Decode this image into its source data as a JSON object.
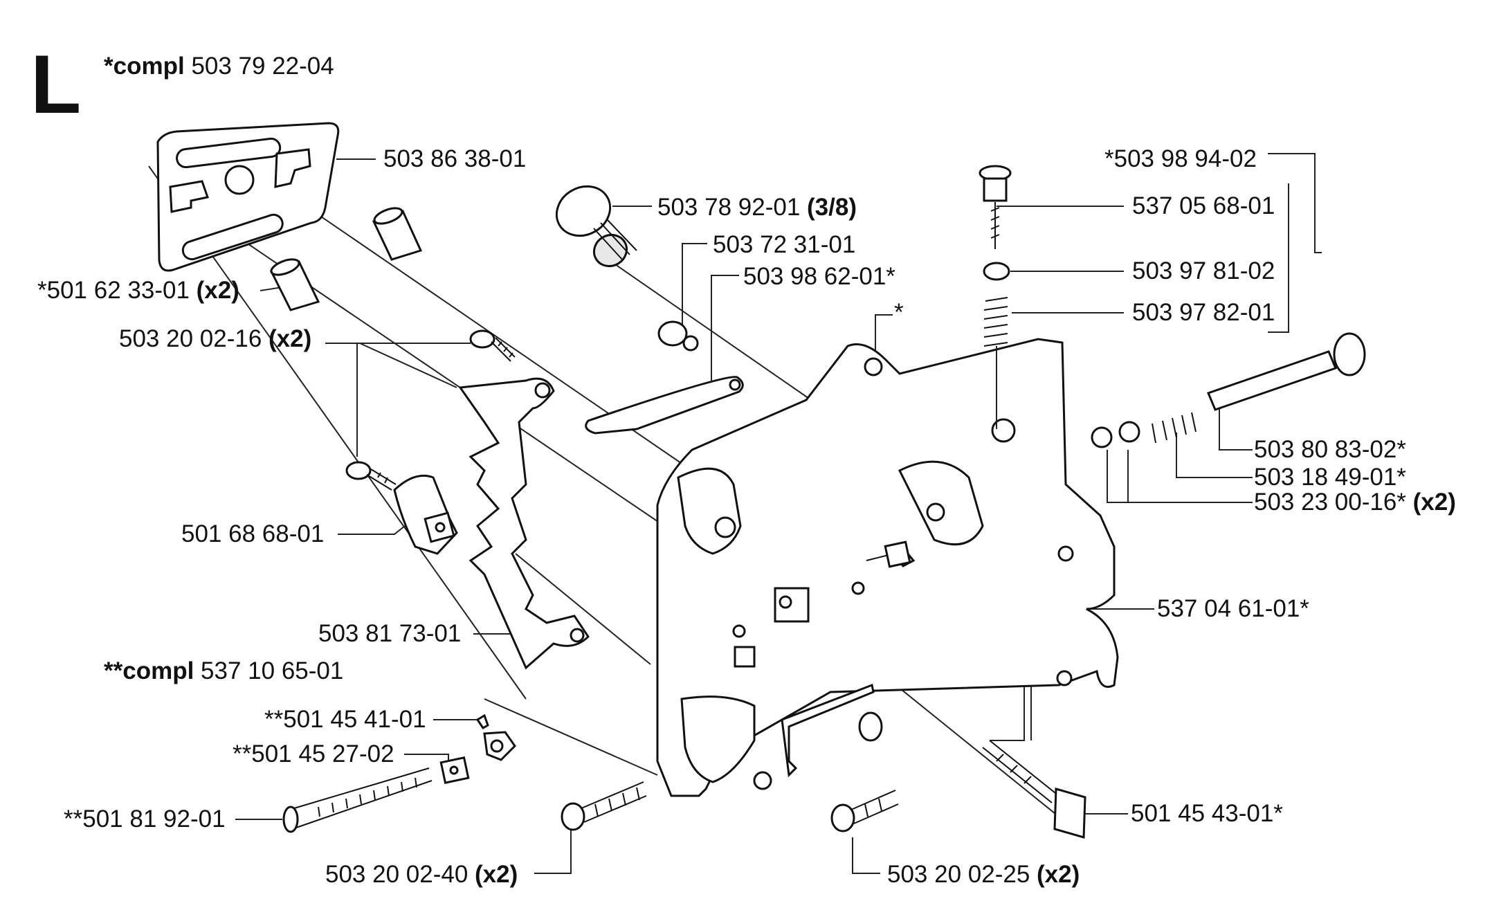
{
  "section_letter": "L",
  "header": {
    "compl_prefix": "*compl",
    "compl_number": "503 79 22-04",
    "subcompl_prefix": "**compl",
    "subcompl_number": "537 10 65-01"
  },
  "callouts": {
    "guide_plate": "503 86 38-01",
    "sleeve": {
      "number": "*501 62 33-01",
      "qty": "(x2)"
    },
    "screw_top": {
      "number": "503 20 02-16",
      "qty": "(x2)"
    },
    "clamp": "501 68 68-01",
    "cover_plate": "503 81 73-01",
    "adjuster_nut": "**501 45 41-01",
    "adjuster_washer": "**501 45 27-02",
    "adjuster_screw": "**501 81 92-01",
    "screw_bottom_left": {
      "number": "503 20 02-40",
      "qty": "(x2)"
    },
    "screw_bottom_mid": {
      "number": "503 20 02-25",
      "qty": "(x2)"
    },
    "plug": {
      "number": "503 78 92-01",
      "qty": "(3/8)"
    },
    "pin": "503 72 31-01",
    "spring_bar": "503 98 62-01*",
    "star_mark": "*",
    "pump_compl": "*503 98 94-02",
    "pump_screw": "537 05 68-01",
    "pump_oring": "503 97 81-02",
    "pump_spring": "503 97 82-01",
    "shaft": "503 80 83-02*",
    "shaft_spring": "503 18 49-01*",
    "shaft_washer": {
      "number": "503 23 00-16*",
      "qty": "(x2)"
    },
    "nipple": "537 04 61-01*",
    "bar_screw": "501 45 43-01*"
  }
}
